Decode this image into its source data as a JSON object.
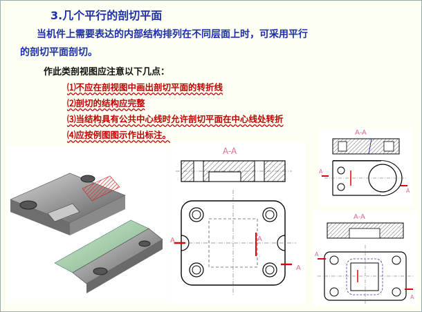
{
  "slide": {
    "title": "3.几个平行的剖切平面",
    "para_line1": "当机件上需要表达的内部结构排列在不同层面上时，可采用平行",
    "para_line2": "的剖切平面剖切。",
    "notes_heading": "作此类剖视图应注意以下几点：",
    "items": [
      "⑴不应在剖视图中画出剖切平面的转折线",
      "⑵剖切的结构应完整",
      "⑶当结构具有公共中心线时允许剖切平面在中心线处转折",
      "⑷应按例图图示作出标注。"
    ]
  },
  "drawings": {
    "main_section_label": "A-A",
    "right_top_section_label": "A-A",
    "right_bottom_section_label": "A-A",
    "cut_mark": "A"
  },
  "colors": {
    "title_blue": "#1d2fa8",
    "item_red": "#c00000",
    "label_pink": "#e06a8a"
  }
}
